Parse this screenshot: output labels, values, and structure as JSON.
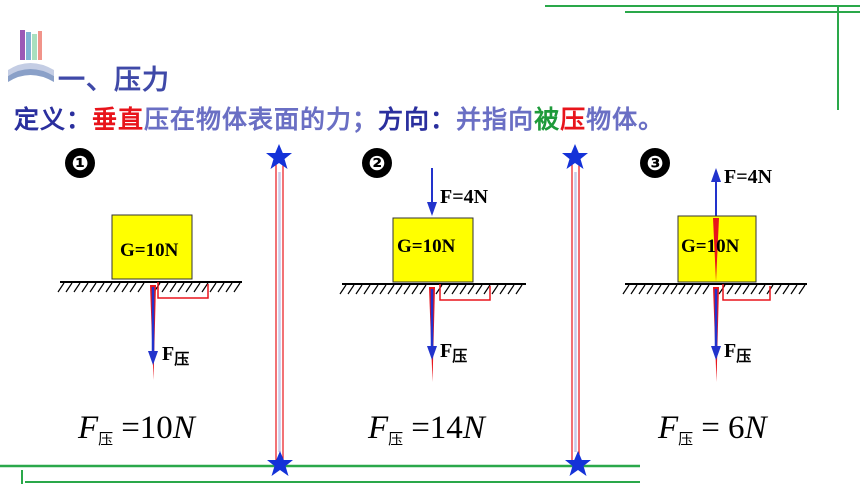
{
  "colors": {
    "title_blue": "#3f49a8",
    "red": "#e8141b",
    "purple_blue": "#6a6fc4",
    "dark_blue": "#2a2f9e",
    "green": "#1e9a3a",
    "block_yellow": "#ffff00",
    "frame_green": "#2aa84a",
    "star_blue": "#1432d8"
  },
  "heading": {
    "text": "一、压力"
  },
  "definition": {
    "label": "定义：",
    "red_part": "垂直",
    "rest_part": "压在物体表面的力；",
    "direction_label": "方向：",
    "direction_a": "并指向",
    "direction_b": "被",
    "direction_c": "压",
    "direction_d": "物体。"
  },
  "panels": [
    {
      "number": "❶",
      "block_label": "G=10N",
      "force_top": "",
      "force_label": "F",
      "force_sub": "压",
      "formula": {
        "f": "F",
        "sub": "压",
        "eq": "=10",
        "unit": "N"
      }
    },
    {
      "number": "❷",
      "block_label": "G=10N",
      "force_top": "F=4N",
      "force_label": "F",
      "force_sub": "压",
      "formula": {
        "f": "F",
        "sub": "压",
        "eq": "=14",
        "unit": "N"
      }
    },
    {
      "number": "❸",
      "block_label": "G=10N",
      "force_top": "F=4N",
      "force_label": "F",
      "force_sub": "压",
      "formula": {
        "f": "F",
        "sub": "压",
        "eq": "= 6",
        "unit": "N"
      }
    }
  ]
}
